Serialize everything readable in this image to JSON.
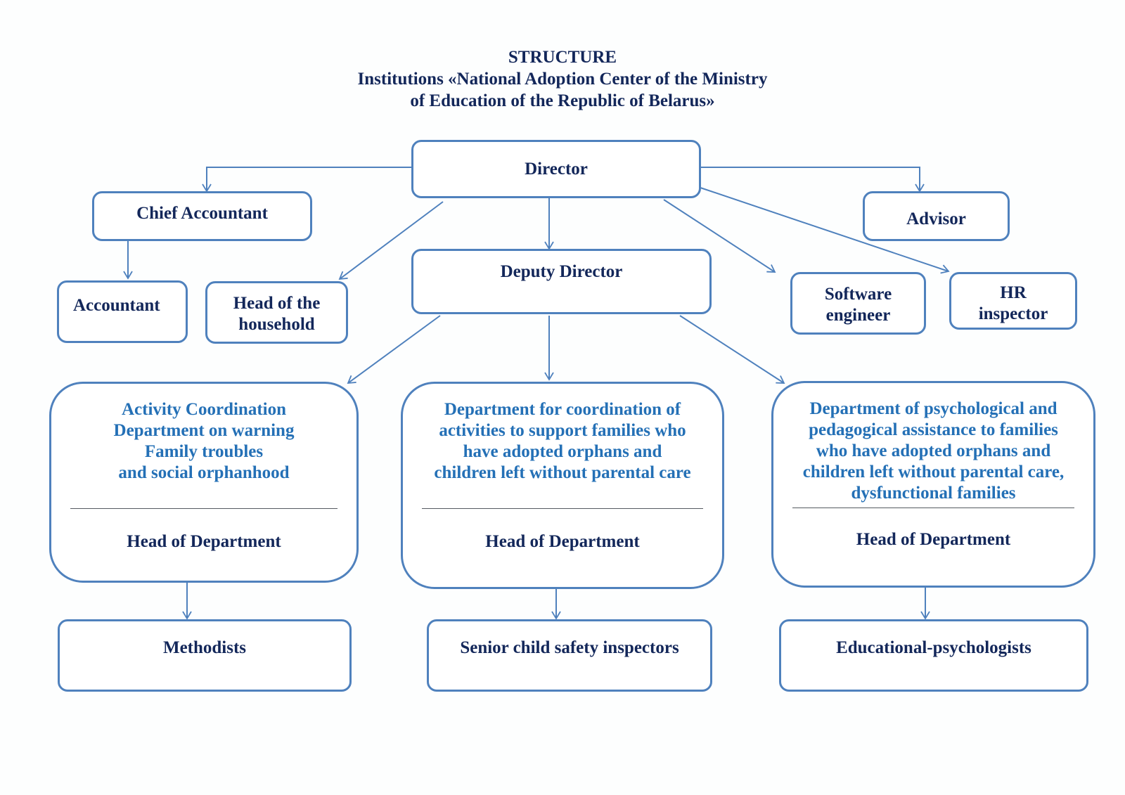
{
  "title": {
    "line1": "STRUCTURE",
    "line2": "Institutions «National Adoption Center of the Ministry",
    "line3": "of Education of the Republic of Belarus»"
  },
  "colors": {
    "border": "#4f81bd",
    "title_text": "#13275a",
    "dept_text": "#2470b6",
    "divider": "#555a60"
  },
  "nodes": {
    "director": "Director",
    "chief_accountant": "Chief Accountant",
    "advisor": "Advisor",
    "accountant": "Accountant",
    "head_household": [
      "Head of the",
      "household"
    ],
    "deputy_director": "Deputy Director",
    "software_engineer": [
      "Software",
      "engineer"
    ],
    "hr_inspector": [
      "HR",
      "inspector"
    ],
    "methodists": "Methodists",
    "senior_inspectors": "Senior child safety inspectors",
    "edu_psychologists": "Educational-psychologists"
  },
  "departments": [
    {
      "name_lines": [
        "Activity Coordination",
        "Department on warning",
        "Family troubles",
        "and social orphanhood"
      ],
      "head": "Head of Department"
    },
    {
      "name_lines": [
        "Department for coordination of",
        "activities to support families who",
        "have adopted orphans and",
        "children left without parental care"
      ],
      "head": "Head of Department"
    },
    {
      "name_lines": [
        "Department of psychological and",
        "pedagogical assistance to families",
        "who have adopted orphans and",
        "children left without parental care,",
        "dysfunctional families"
      ],
      "head": "Head of Department"
    }
  ],
  "edges": [
    [
      "director",
      "chief_accountant"
    ],
    [
      "director",
      "advisor"
    ],
    [
      "director",
      "head_household"
    ],
    [
      "director",
      "deputy_director"
    ],
    [
      "director",
      "software_engineer"
    ],
    [
      "director",
      "hr_inspector"
    ],
    [
      "chief_accountant",
      "accountant"
    ],
    [
      "deputy_director",
      "department_1"
    ],
    [
      "deputy_director",
      "department_2"
    ],
    [
      "deputy_director",
      "department_3"
    ],
    [
      "department_1",
      "methodists"
    ],
    [
      "department_2",
      "senior_inspectors"
    ],
    [
      "department_3",
      "edu_psychologists"
    ]
  ]
}
